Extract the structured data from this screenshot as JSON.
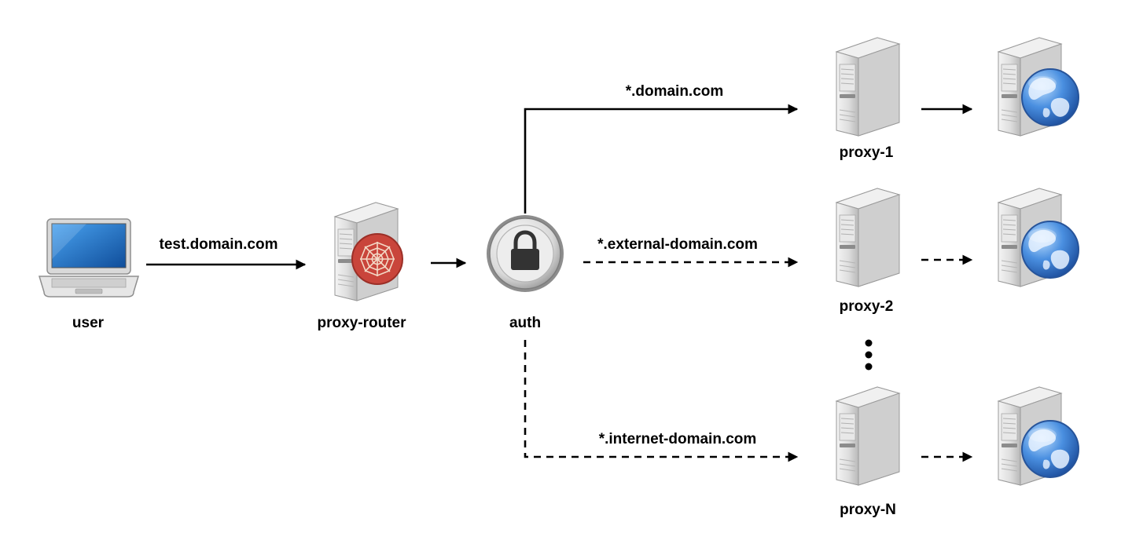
{
  "nodes": {
    "user": "user",
    "proxy_router": "proxy-router",
    "auth": "auth",
    "proxy_1": "proxy-1",
    "proxy_2": "proxy-2",
    "proxy_n": "proxy-N"
  },
  "edges": {
    "user_to_router": "test.domain.com",
    "auth_to_proxy_1": "*.domain.com",
    "auth_to_proxy_2": "*.external-domain.com",
    "auth_to_proxy_n": "*.internet-domain.com"
  },
  "icons": {
    "user": "laptop-icon",
    "proxy_router": "server-spider-web-icon",
    "auth": "lock-icon",
    "proxy": "server-icon",
    "destination": "server-globe-icon"
  },
  "colors": {
    "router_badge": "#c9453b",
    "globe": "#3d7fd6",
    "laptop_screen": "#1f6fc4"
  }
}
